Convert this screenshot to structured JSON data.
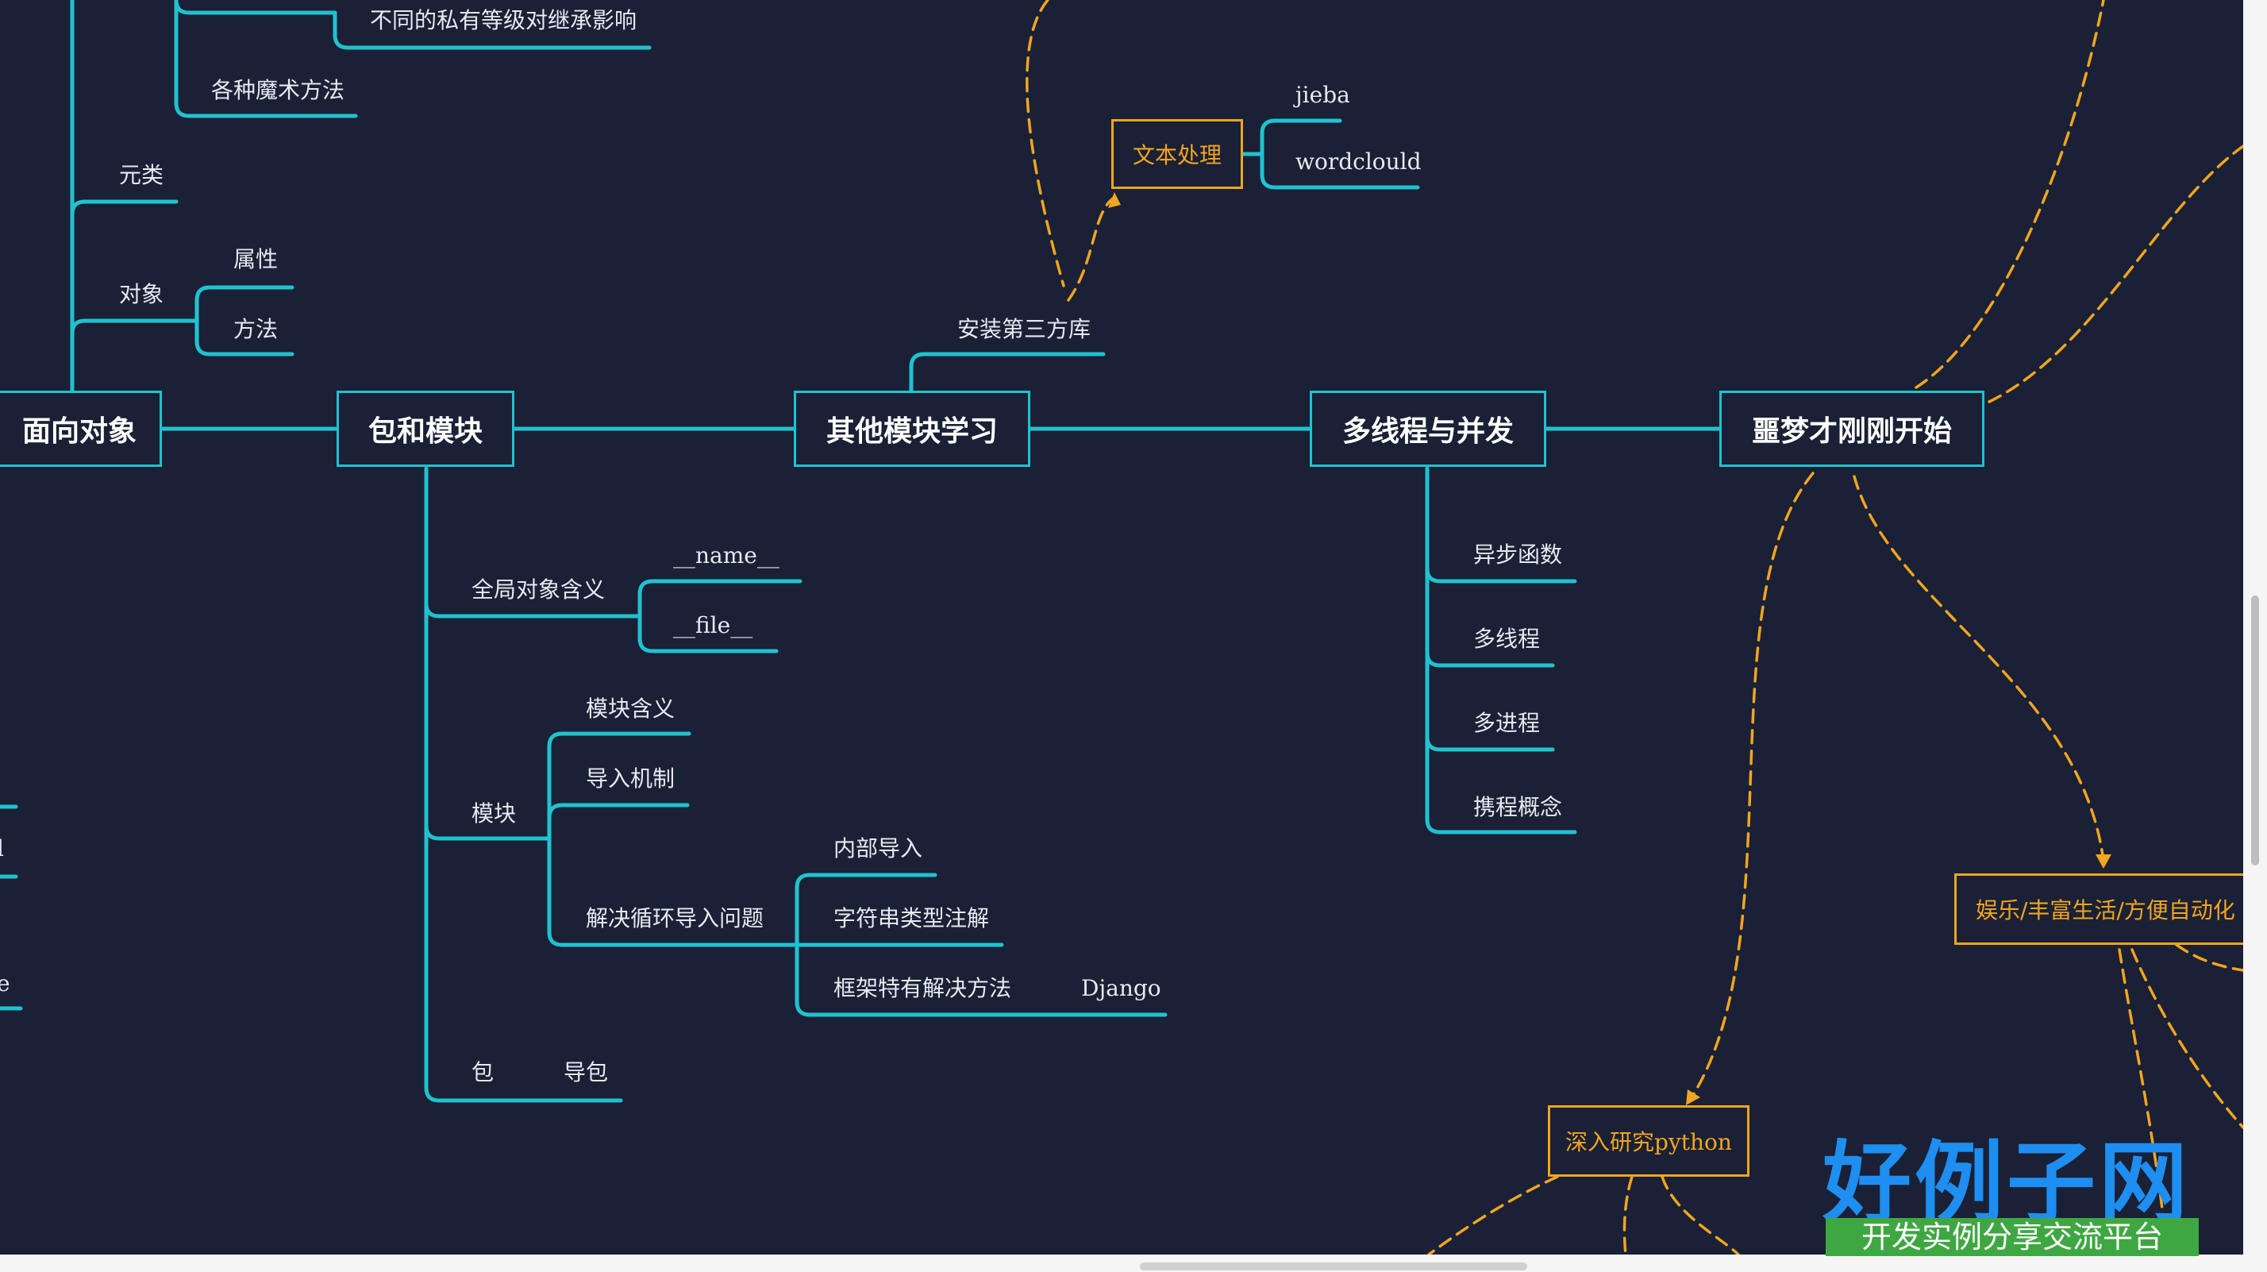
{
  "main_nodes": {
    "oop": "面向对象",
    "packages": "包和模块",
    "other_modules": "其他模块学习",
    "concurrency": "多线程与并发",
    "nightmare": "噩梦才刚刚开始"
  },
  "oop_branch": {
    "inheritance_privacy": "不同的私有等级对继承影响",
    "magic_methods": "各种魔术方法",
    "metaclass": "元类",
    "object": "对象",
    "attribute": "属性",
    "method": "方法"
  },
  "packages_branch": {
    "global_objects": "全局对象含义",
    "name_attr": "__name__",
    "file_attr": "__file__",
    "module": "模块",
    "module_meaning": "模块含义",
    "import_mechanism": "导入机制",
    "circular_import": "解决循环导入问题",
    "internal_import": "内部导入",
    "string_annotation": "字符串类型注解",
    "framework_solution": "框架特有解决方法",
    "django": "Django",
    "package": "包",
    "import_package": "导包"
  },
  "other_branch": {
    "install_third_party": "安装第三方库",
    "text_processing": "文本处理",
    "jieba": "jieba",
    "wordcloud": "wordclould"
  },
  "concurrency_branch": {
    "async": "异步函数",
    "multithread": "多线程",
    "multiprocess": "多进程",
    "coroutine": "携程概念"
  },
  "nightmare_branch": {
    "entertainment": "娱乐/丰富生活/方便自动化",
    "deep_python": "深入研究python"
  },
  "left_edge_fragments": {
    "frag1": "l",
    "frag2": "e"
  },
  "watermark": {
    "title": "好例子网",
    "subtitle": "开发实例分享交流平台"
  },
  "colors": {
    "background": "#1a2035",
    "branch": "#20c2cf",
    "accent": "#f2a51f",
    "text": "#e6e9f0"
  }
}
